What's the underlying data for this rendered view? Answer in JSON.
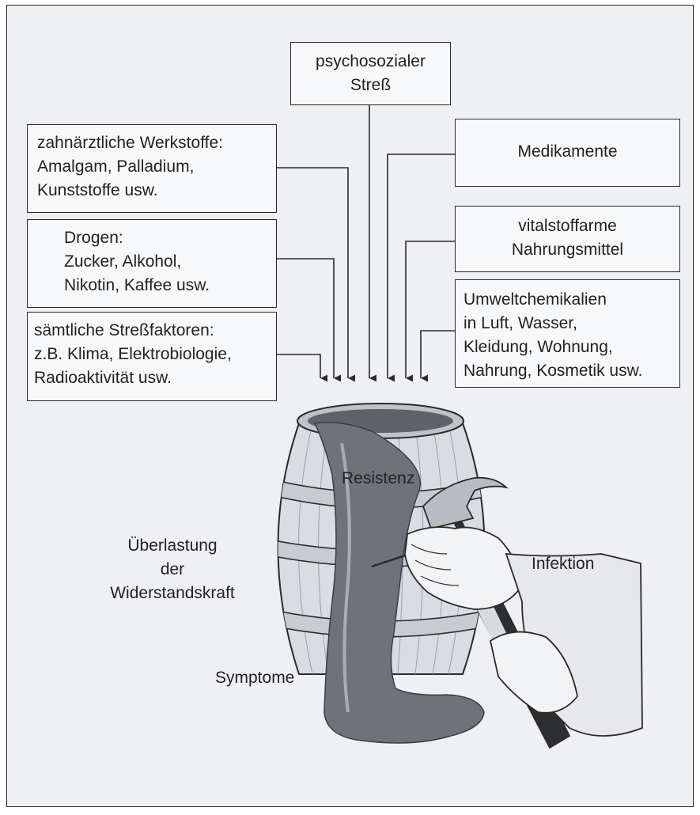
{
  "boxes": {
    "stress": [
      "psychosozialer",
      "Streß"
    ],
    "werkstoffe": [
      "zahnärztliche Werkstoffe:",
      "Amalgam, Palladium,",
      "Kunststoffe usw."
    ],
    "medikamente": [
      "Medikamente"
    ],
    "drogen": [
      "Drogen:",
      "Zucker, Alkohol,",
      "Nikotin, Kaffee usw."
    ],
    "nahrungsmittel": [
      "vitalstoffarme",
      "Nahrungsmittel"
    ],
    "stressfaktoren": [
      "sämtliche Streßfaktoren:",
      "z.B. Klima, Elektrobiologie,",
      "Radioaktivität usw."
    ],
    "umwelt": [
      "Umweltchemikalien",
      "in Luft, Wasser,",
      "Kleidung, Wohnung,",
      "Nahrung, Kosmetik usw."
    ]
  },
  "labels": {
    "resistenz": "Resistenz",
    "ueberlastung": [
      "Überlastung",
      "der",
      "Widerstandskraft"
    ],
    "infektion": "Infektion",
    "symptome": "Symptome"
  },
  "colors": {
    "background": "#eef0f3",
    "box_fill": "#f7f8fa",
    "line": "#2a2a2a",
    "barrel": "#d9dde2",
    "liquid": "#6f7379"
  }
}
